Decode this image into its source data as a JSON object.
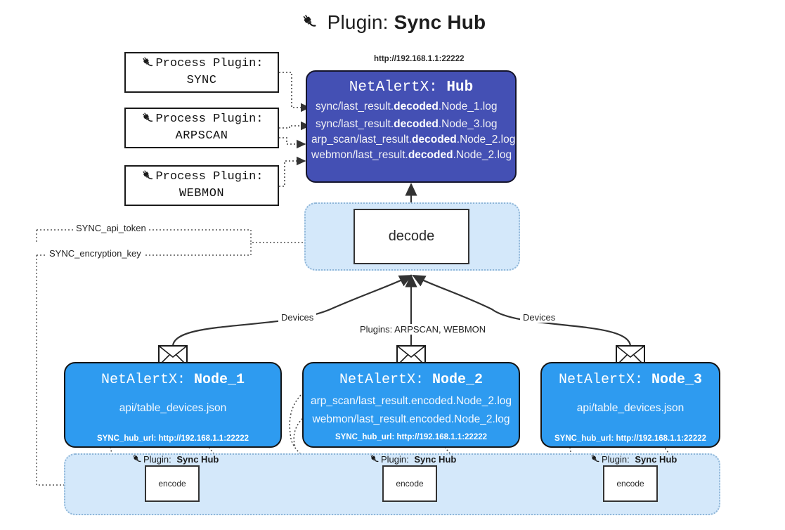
{
  "page": {
    "title_prefix": "Plugin:",
    "title_name": "Sync Hub",
    "plug_icon": "plug-icon"
  },
  "process_plugins": [
    {
      "line1": "Process Plugin:",
      "line2": "SYNC",
      "icon": "plug-icon"
    },
    {
      "line1": "Process Plugin:",
      "line2": "ARPSCAN",
      "icon": "plug-icon"
    },
    {
      "line1": "Process Plugin:",
      "line2": "WEBMON",
      "icon": "plug-icon"
    }
  ],
  "hub": {
    "url_caption": "http://192.168.1.1:22222",
    "title_prefix": "NetAlertX:",
    "title_name": "Hub",
    "logs": [
      {
        "pre": "sync/last_result.",
        "strong": "decoded",
        "post": ".Node_1.log"
      },
      {
        "pre": "sync/last_result.",
        "strong": "decoded",
        "post": ".Node_3.log"
      },
      {
        "pre": "arp_scan/last_result.",
        "strong": "decoded",
        "post": ".Node_2.log"
      },
      {
        "pre": "webmon/last_result.",
        "strong": "decoded",
        "post": ".Node_2.log"
      }
    ]
  },
  "decode": {
    "label": "decode"
  },
  "secrets": {
    "api_token": "SYNC_api_token",
    "encryption_key": "SYNC_encryption_key"
  },
  "edge_labels": {
    "devices_left": "Devices",
    "devices_right": "Devices",
    "plugins_center": "Plugins: ARPSCAN, WEBMON"
  },
  "nodes": [
    {
      "title_prefix": "NetAlertX:",
      "title_name": "Node_1",
      "lines": [
        "api/table_devices.json"
      ],
      "hub_url": "SYNC_hub_url: http://192.168.1.1:22222",
      "envelope_icon": "envelope-icon"
    },
    {
      "title_prefix": "NetAlertX:",
      "title_name": "Node_2",
      "lines": [
        "arp_scan/last_result.encoded.Node_2.log",
        "webmon/last_result.encoded.Node_2.log"
      ],
      "hub_url": "SYNC_hub_url: http://192.168.1.1:22222",
      "envelope_icon": "envelope-icon"
    },
    {
      "title_prefix": "NetAlertX:",
      "title_name": "Node_3",
      "lines": [
        "api/table_devices.json"
      ],
      "hub_url": "SYNC_hub_url: http://192.168.1.1:22222",
      "envelope_icon": "envelope-icon"
    }
  ],
  "encoders": [
    {
      "plugin_prefix": "Plugin:",
      "plugin_name": "Sync Hub",
      "label": "encode",
      "icon": "plug-icon"
    },
    {
      "plugin_prefix": "Plugin:",
      "plugin_name": "Sync Hub",
      "label": "encode",
      "icon": "plug-icon"
    },
    {
      "plugin_prefix": "Plugin:",
      "plugin_name": "Sync Hub",
      "label": "encode",
      "icon": "plug-icon"
    }
  ],
  "colors": {
    "hub_bg": "#4450b4",
    "node_bg": "#2e9bf0",
    "region_bg": "#d4e8fa",
    "region_border": "#8fb6d8",
    "stroke": "#333333"
  }
}
